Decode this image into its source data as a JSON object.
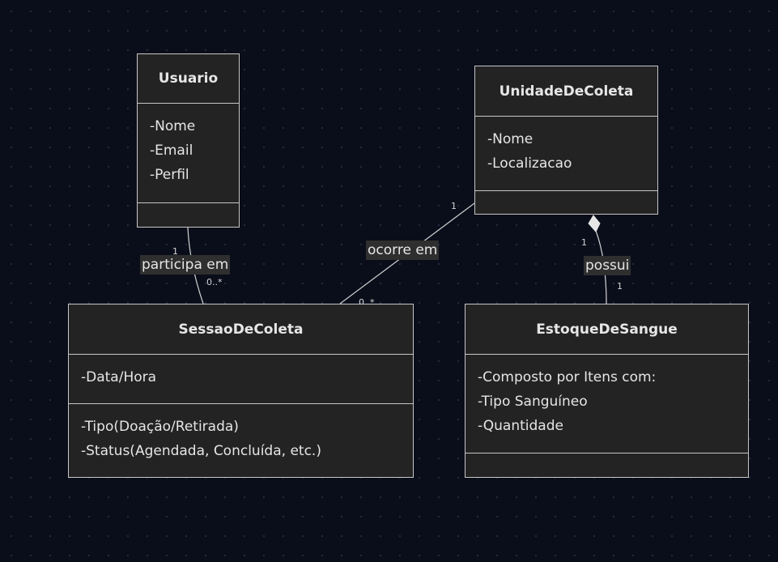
{
  "classes": {
    "usuario": {
      "name": "Usuario",
      "attributes": [
        "-Nome",
        "-Email",
        "-Perfil"
      ],
      "methods": []
    },
    "unidade": {
      "name": "UnidadeDeColeta",
      "attributes": [
        "-Nome",
        "-Localizacao"
      ],
      "methods": []
    },
    "sessao": {
      "name": "SessaoDeColeta",
      "attributes": [
        "-Data/Hora"
      ],
      "methods": [
        "-Tipo(Doação/Retirada)",
        "-Status(Agendada, Concluída, etc.)"
      ]
    },
    "estoque": {
      "name": "EstoqueDeSangue",
      "attributes": [
        "-Composto por Itens com:",
        "-Tipo Sanguíneo",
        "-Quantidade"
      ],
      "methods": []
    }
  },
  "relations": {
    "participa": {
      "label": "participa em",
      "source_mult": "1",
      "target_mult": "0..*"
    },
    "ocorre": {
      "label": "ocorre em",
      "source_mult": "1",
      "target_mult": "0..*"
    },
    "possui": {
      "label": "possui",
      "kind": "composition",
      "source_mult": "1",
      "target_mult": "1"
    }
  },
  "colors": {
    "background": "#0a0d1a",
    "class_fill": "#232323",
    "class_border": "#c7c7c7",
    "text": "#e6e6e6",
    "edge_label_fill": "#2f2f2f"
  }
}
